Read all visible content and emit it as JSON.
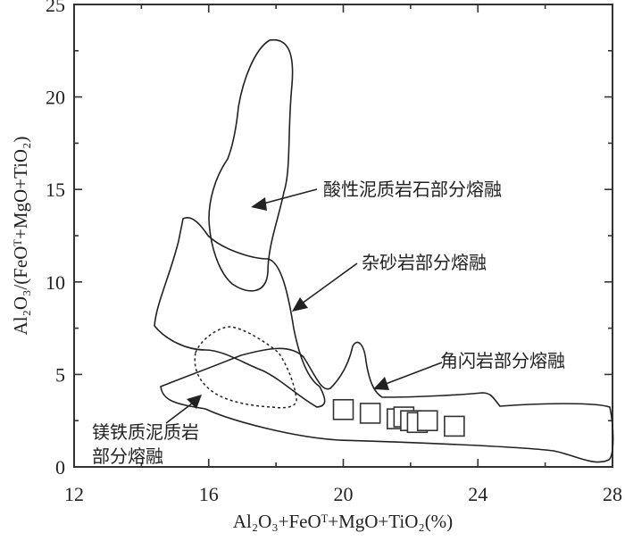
{
  "chart_data": {
    "type": "scatter",
    "title": "",
    "xlabel": "Al₂O₃+FeOᵀ+MgO+TiO₂(%)",
    "ylabel": "Al₂O₃/(FeOᵀ+MgO+TiO₂)",
    "xlim": [
      12,
      28
    ],
    "ylim": [
      0,
      25
    ],
    "x_ticks": [
      "12",
      "16",
      "20",
      "24",
      "28"
    ],
    "y_ticks": [
      "0",
      "5",
      "10",
      "15",
      "20",
      "25"
    ],
    "grid": false,
    "fields": [
      {
        "name": "酸性泥质岩石部分熔融",
        "style": "solid"
      },
      {
        "name": "杂砂岩部分熔融",
        "style": "solid"
      },
      {
        "name": "角闪岩部分熔融",
        "style": "solid"
      },
      {
        "name": "镁铁质泥质岩部分熔融",
        "style": "dashed",
        "label_lines": [
          "镁铁质泥质岩",
          "部分熔融"
        ]
      }
    ],
    "series": [
      {
        "marker": "open-square",
        "points": [
          {
            "x": 20.0,
            "y": 3.1
          },
          {
            "x": 20.8,
            "y": 2.9
          },
          {
            "x": 21.6,
            "y": 2.6
          },
          {
            "x": 21.8,
            "y": 2.7
          },
          {
            "x": 22.0,
            "y": 2.5
          },
          {
            "x": 22.2,
            "y": 2.4
          },
          {
            "x": 22.5,
            "y": 2.5
          },
          {
            "x": 23.3,
            "y": 2.2
          }
        ]
      }
    ]
  }
}
